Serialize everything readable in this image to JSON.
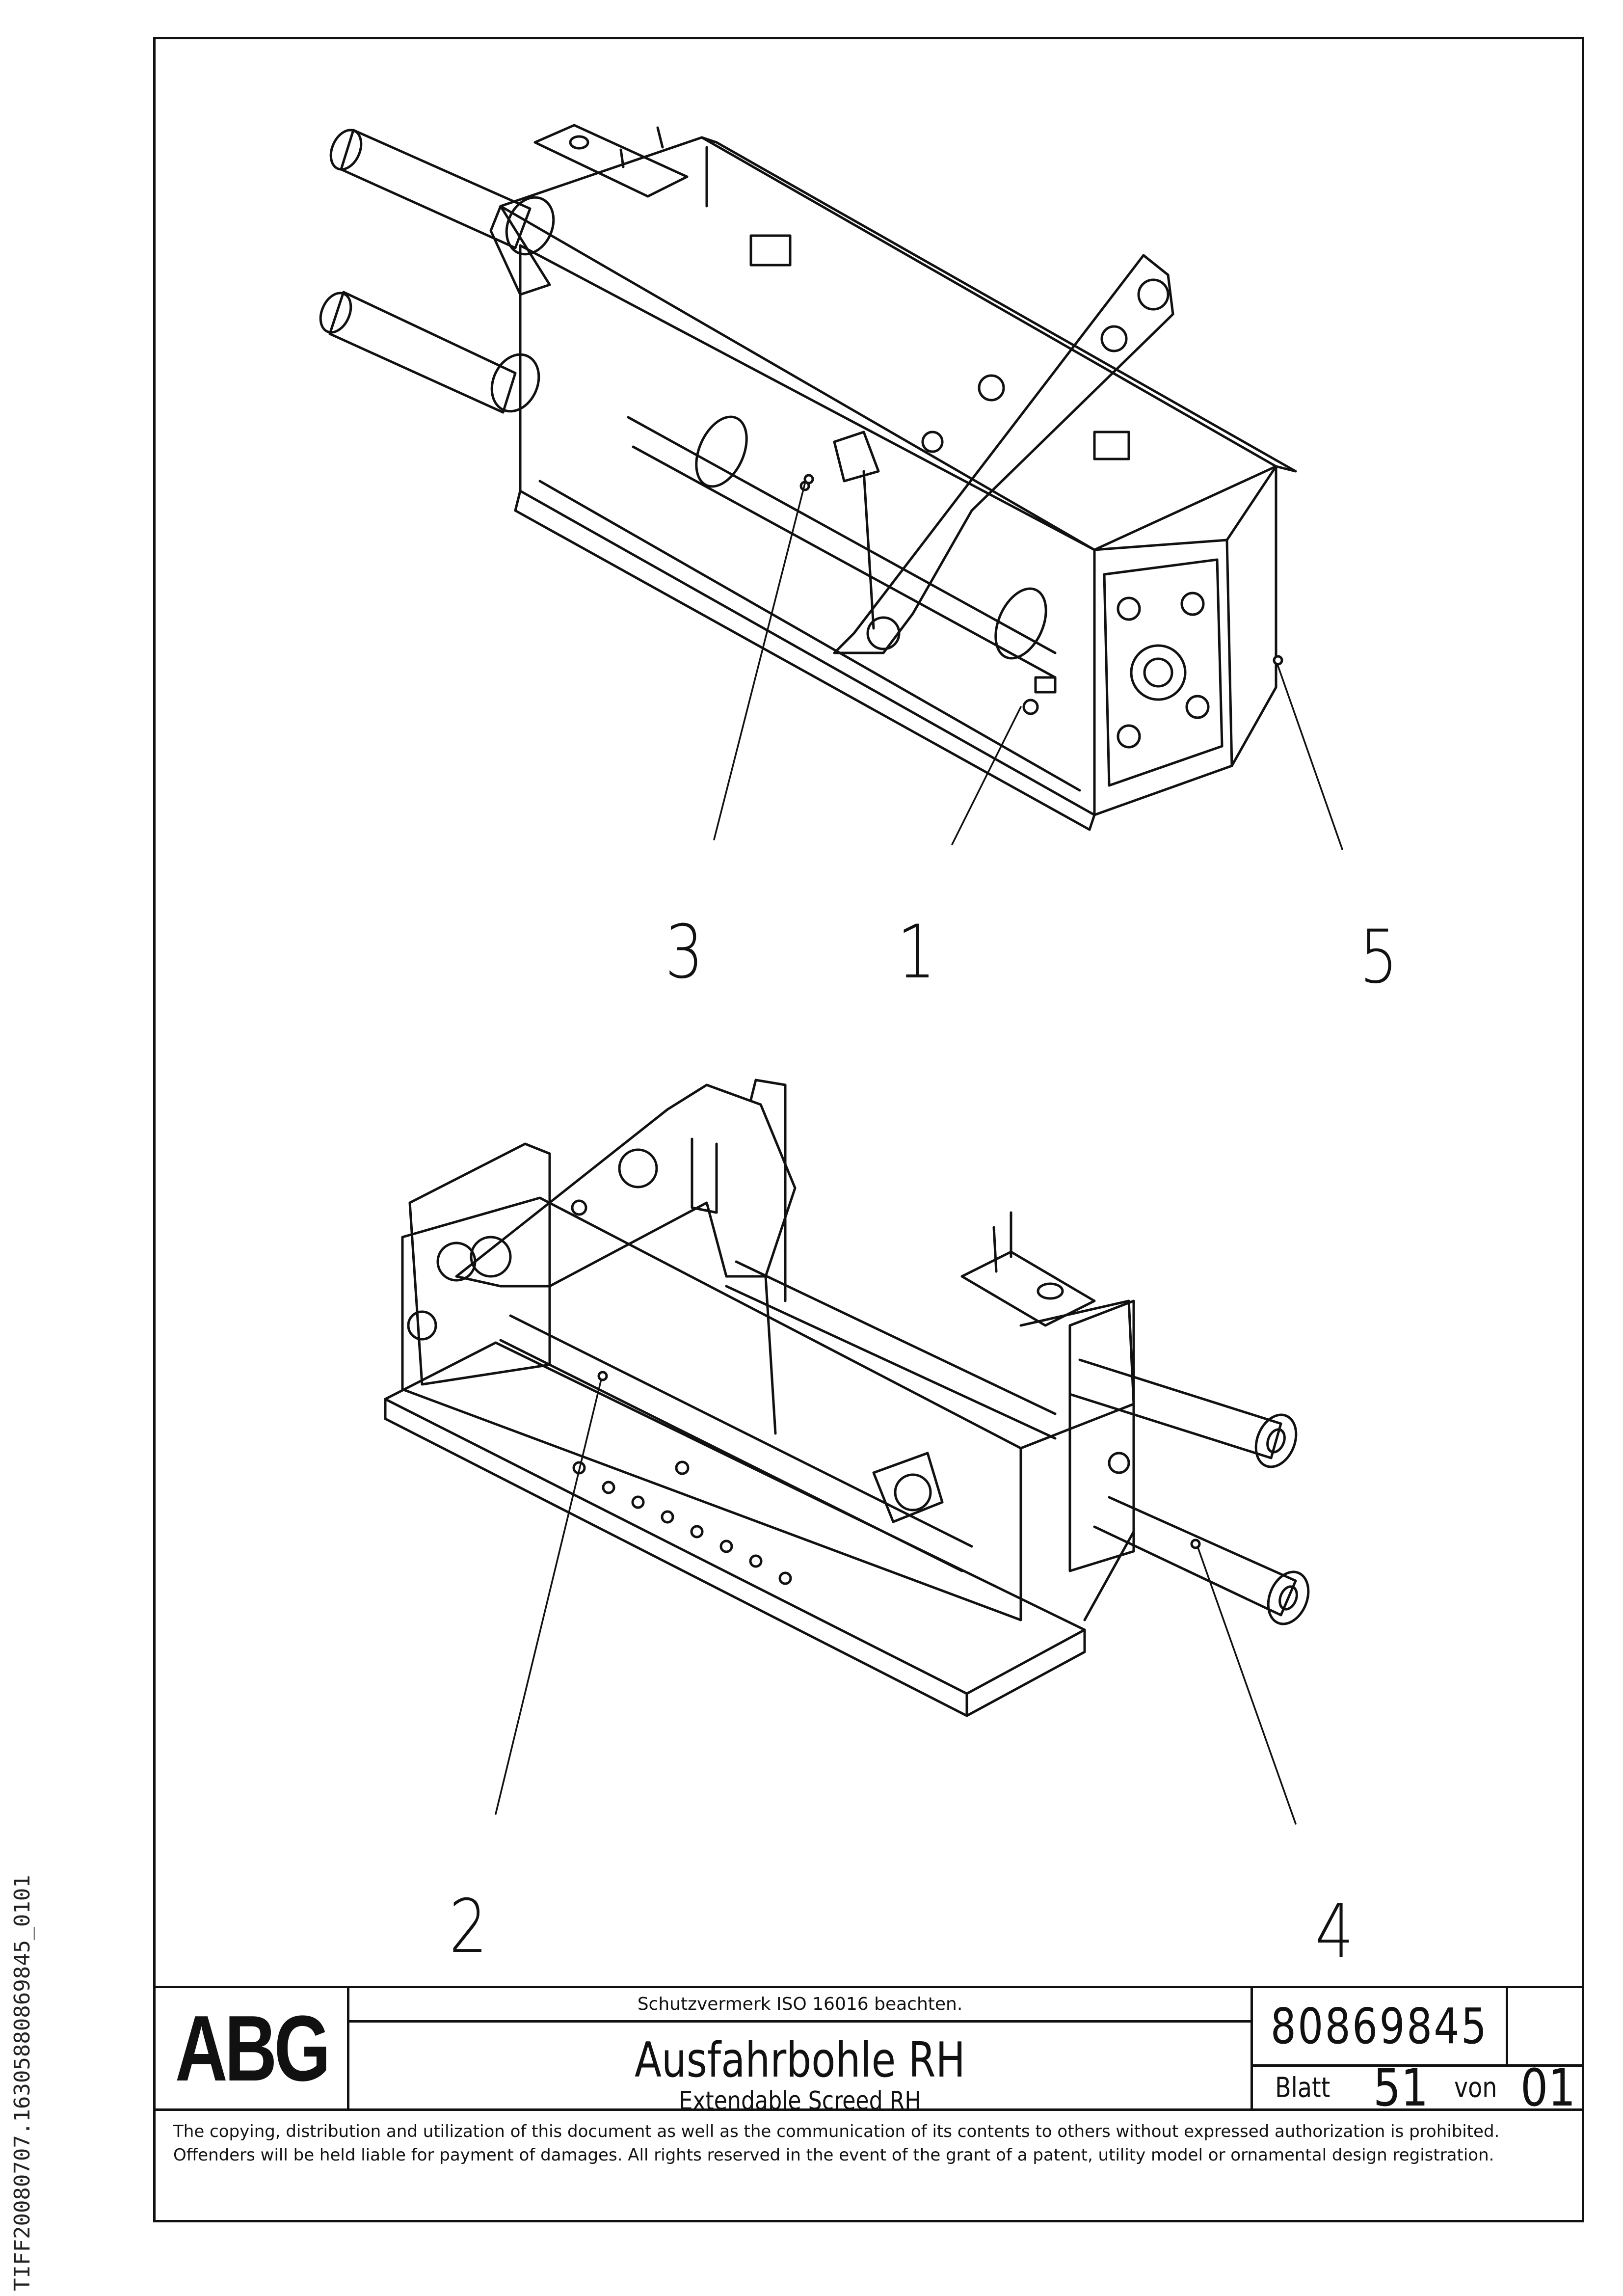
{
  "drawing": {
    "callouts": [
      "3",
      "1",
      "5",
      "2",
      "4"
    ],
    "side_code": "TIFF20080707.16305880869845_0101"
  },
  "title_block": {
    "logo": "ABG",
    "protection_note": "Schutzvermerk ISO 16016 beachten.",
    "title_de": "Ausfahrbohle RH",
    "title_en": "Extendable Screed RH",
    "document_number": "80869845",
    "sheet_label": "Blatt",
    "sheet_number": "51",
    "of_label": "von",
    "sheet_total": "01"
  },
  "copyright": "The copying, distribution and utilization of this document as well as the communication of its contents to others without expressed authorization is prohibited. Offenders will be held liable for payment of damages. All rights reserved in the event of the grant of a patent, utility model or ornamental design registration."
}
